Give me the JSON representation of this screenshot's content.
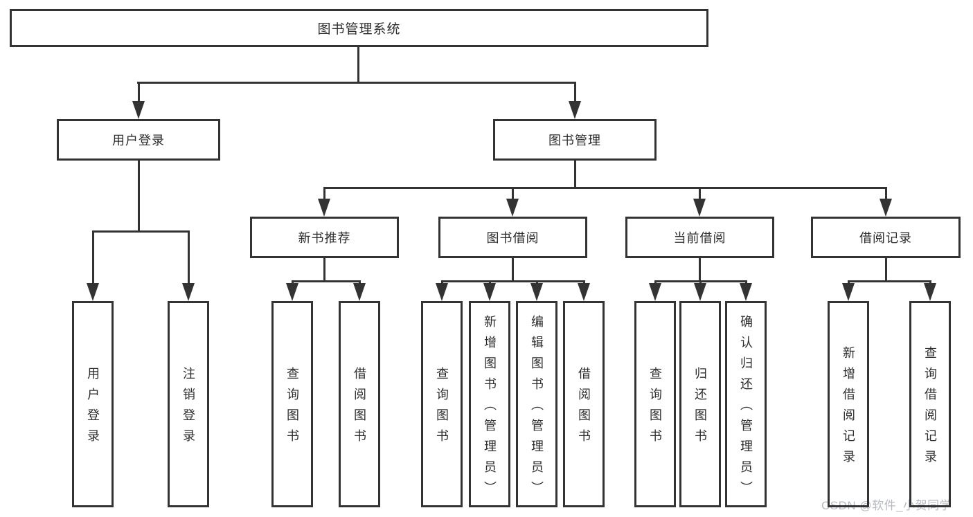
{
  "colors": {
    "line": "#333333",
    "text": "#2d2d2d",
    "watermark": "#b7bac0",
    "background": "#ffffff"
  },
  "watermark": {
    "text": "CSDN @软件_小贺同学"
  },
  "tree": {
    "root": {
      "label": "图书管理系统"
    },
    "branches": [
      {
        "label": "用户登录",
        "children": [
          {
            "label": "用户登录"
          },
          {
            "label": "注销登录"
          }
        ]
      },
      {
        "label": "图书管理",
        "groups": [
          {
            "label": "新书推荐",
            "children": [
              {
                "label": "查询图书"
              },
              {
                "label": "借阅图书"
              }
            ]
          },
          {
            "label": "图书借阅",
            "children": [
              {
                "label": "查询图书"
              },
              {
                "label": "新增图书（管理员）"
              },
              {
                "label": "编辑图书（管理员）"
              },
              {
                "label": "借阅图书"
              }
            ]
          },
          {
            "label": "当前借阅",
            "children": [
              {
                "label": "查询图书"
              },
              {
                "label": "归还图书"
              },
              {
                "label": "确认归还（管理员）"
              }
            ]
          },
          {
            "label": "借阅记录",
            "children": [
              {
                "label": "新增借阅记录"
              },
              {
                "label": "查询借阅记录"
              }
            ]
          }
        ]
      }
    ]
  }
}
